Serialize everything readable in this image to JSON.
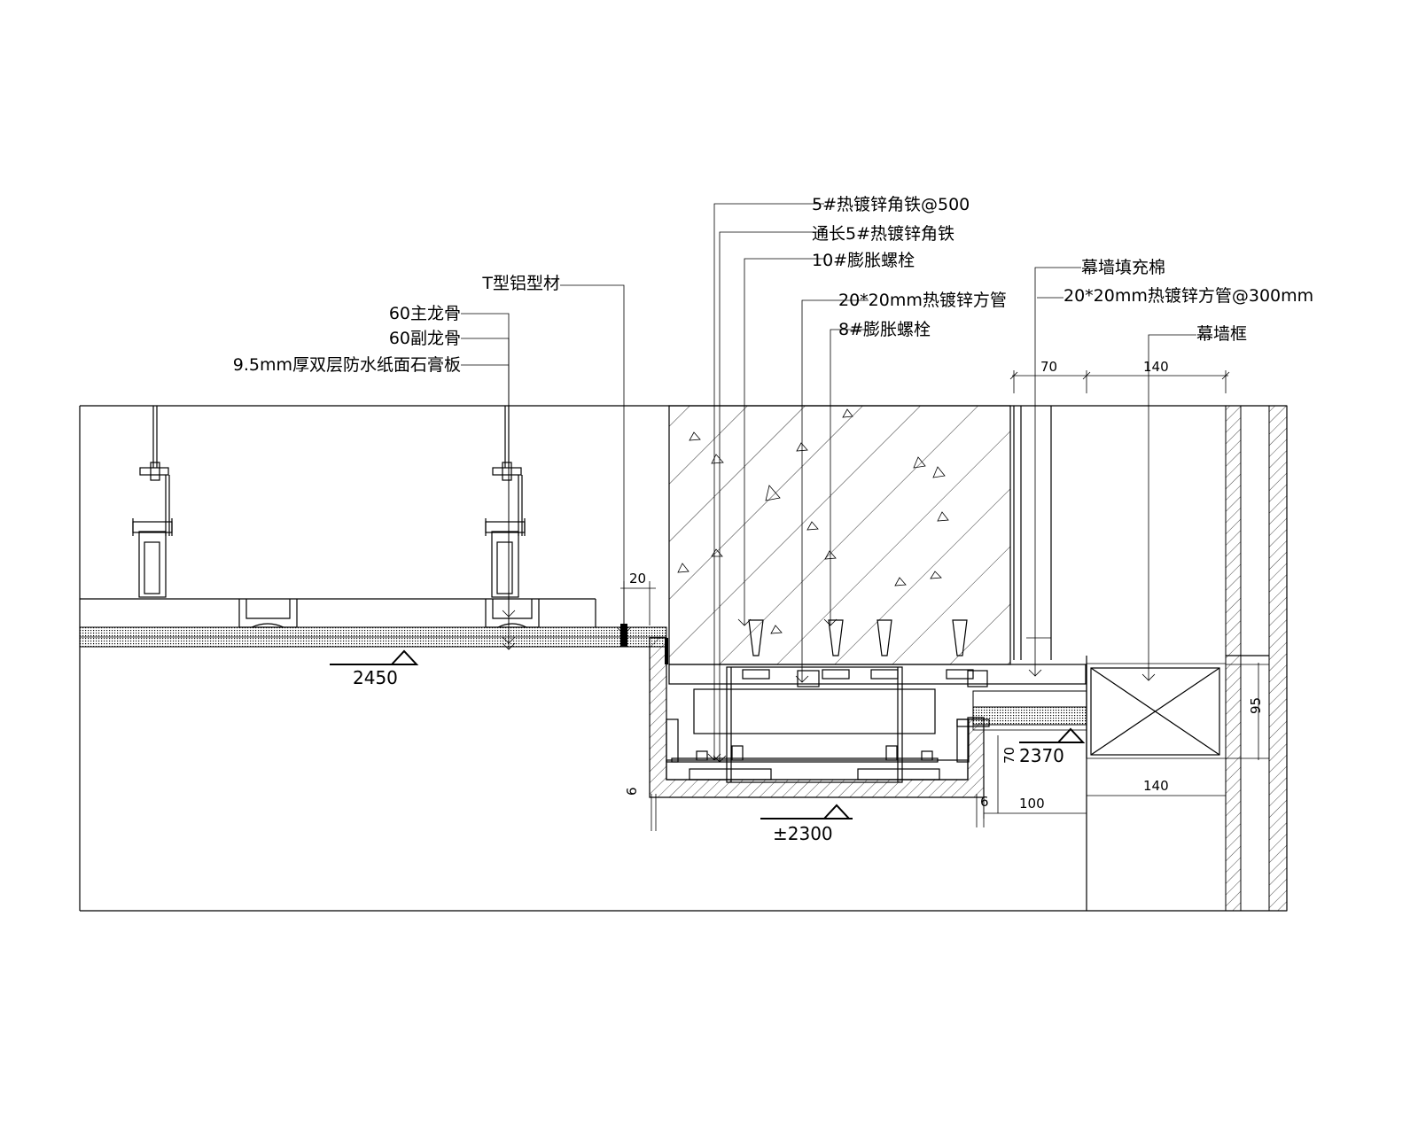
{
  "labels": {
    "angle_steel_500": "5#热镀锌角铁@500",
    "continuous_angle": "通长5#热镀锌角铁",
    "bolt_10": "10#膨胀螺栓",
    "t_profile": "T型铝型材",
    "main_keel": "60主龙骨",
    "sub_keel": "60副龙骨",
    "gypsum_board": "9.5mm厚双层防水纸面石膏板",
    "square_tube": "20*20mm热镀锌方管",
    "bolt_8": "8#膨胀螺栓",
    "filler_cotton": "幕墙填充棉",
    "square_tube_300": "20*20mm热镀锌方管@300mm",
    "curtain_frame": "幕墙框"
  },
  "elevations": {
    "left": "2450",
    "center": "±2300",
    "right": "2370"
  },
  "dimensions": {
    "d20": "20",
    "d70_top": "70",
    "d140_top": "140",
    "d95": "95",
    "d70_side": "70",
    "d100": "100",
    "d140_bottom": "140",
    "d6_left": "6",
    "d6_right": "6"
  }
}
